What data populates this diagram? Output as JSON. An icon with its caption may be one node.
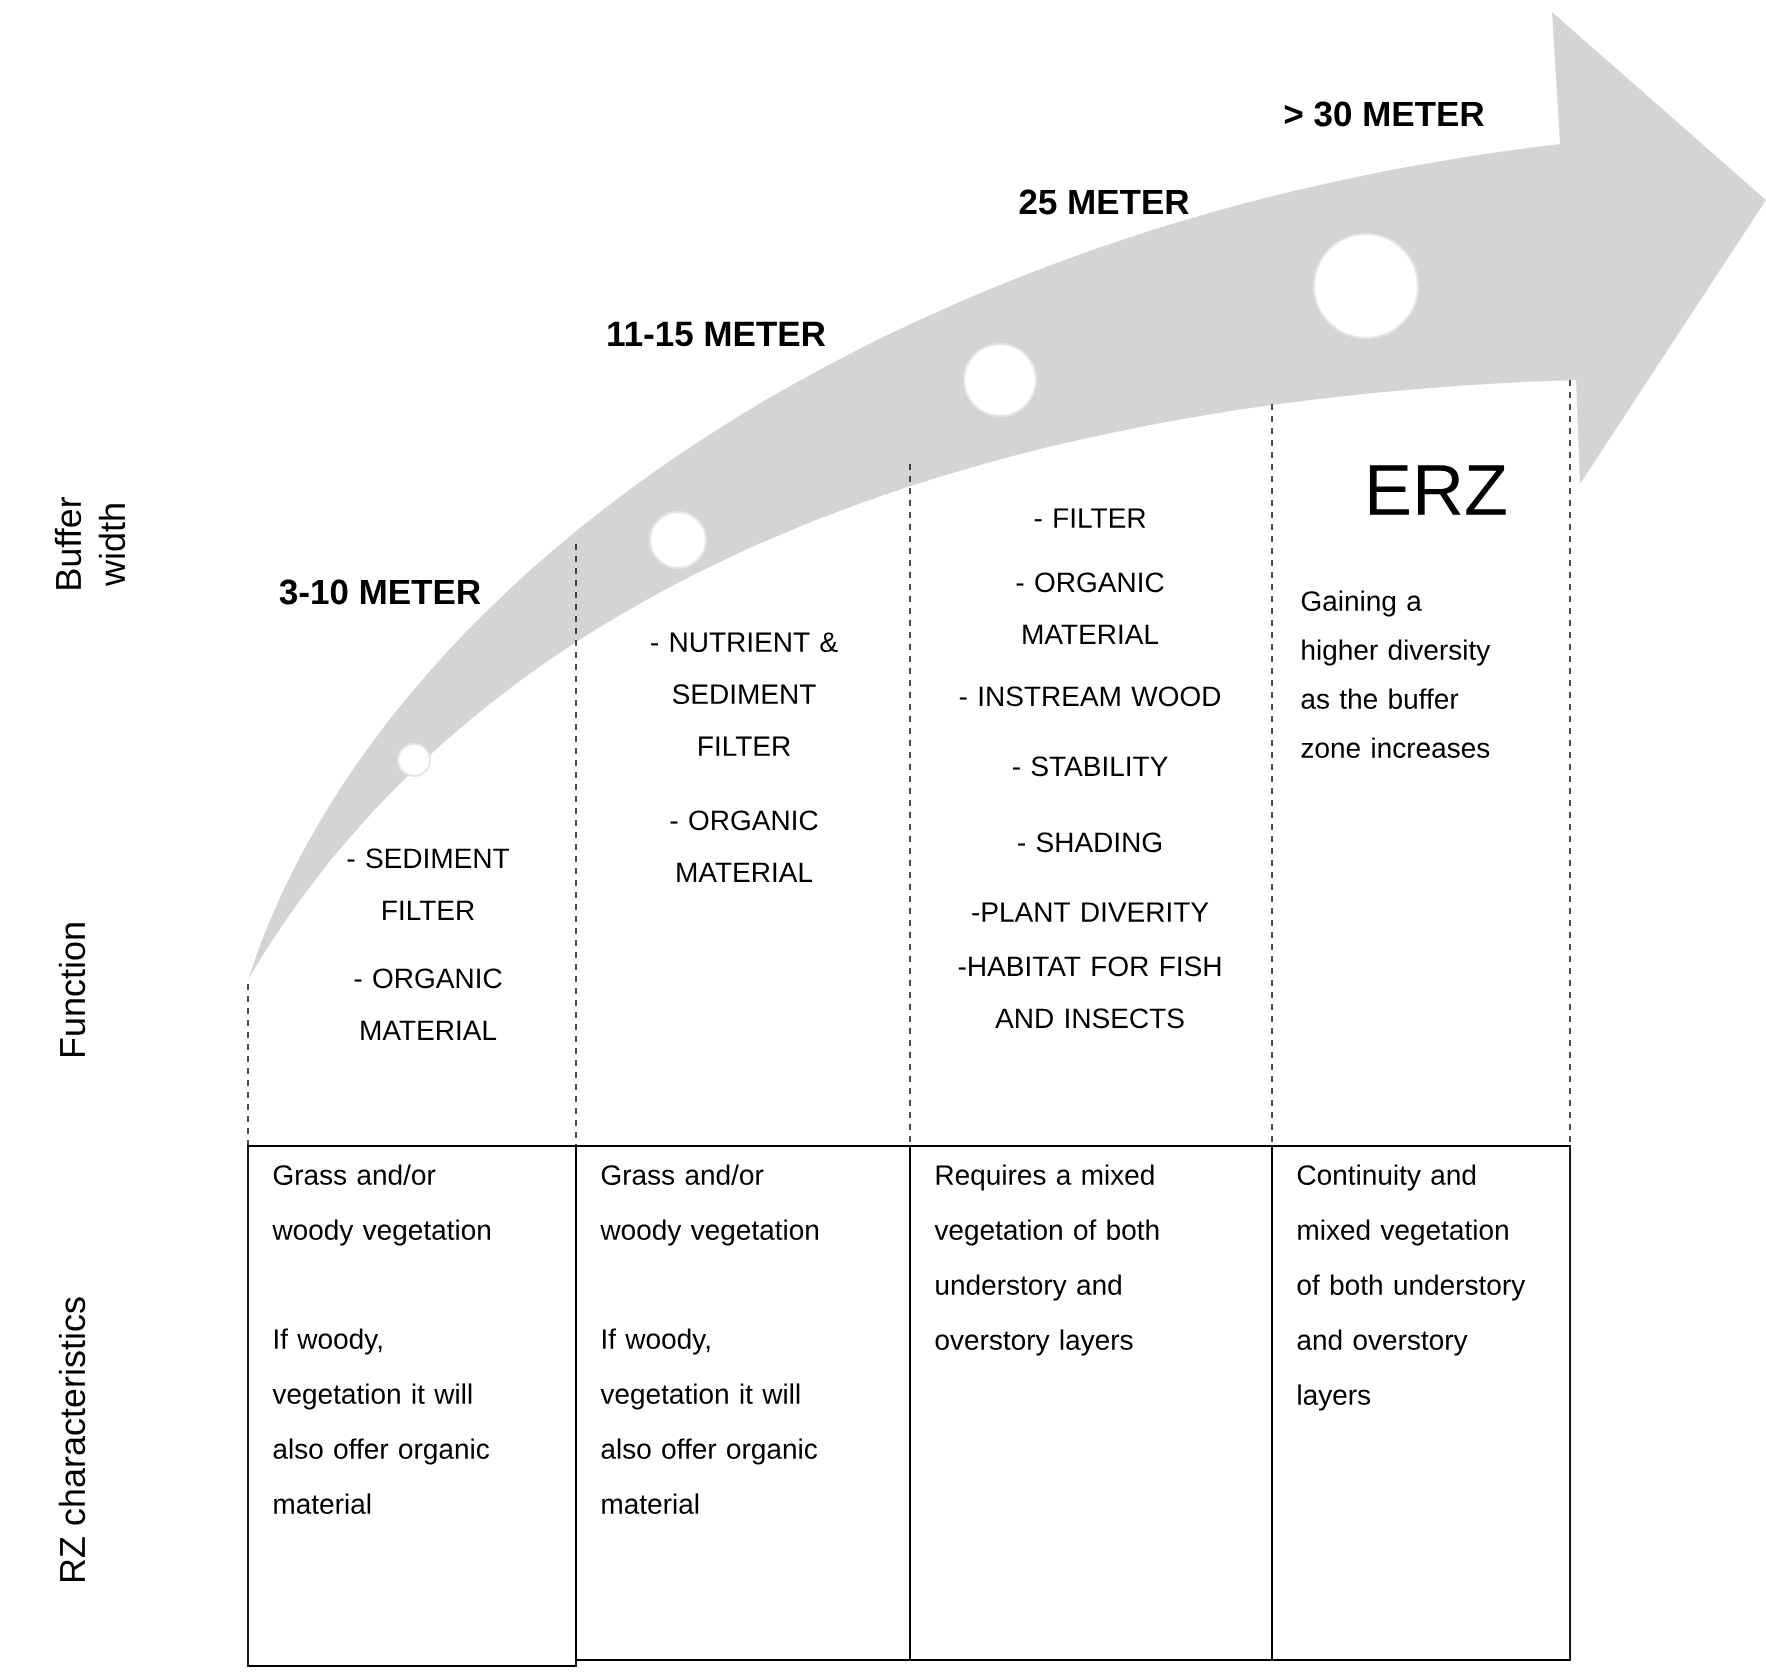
{
  "diagram": {
    "nodes": [
      {
        "text": [
          "Grass and/or woody vegetation",
          "If woody, vegetation it will also offer organic material"
        ]
      },
      {
        "text": [
          "Grass and/or woody vegetation",
          "If woody, vegetation it will also offer organic material"
        ]
      },
      {
        "text": [
          "Requires a mixed vegetation of both understory and overstory layers"
        ]
      },
      {
        "text": [
          "Continuity and mixed vegetation of both understory and overstory layers"
        ]
      }
    ],
    "labels": [
      "Buffer width",
      "Function",
      "RZ characteristics",
      "3-10 METER",
      "11-15 METER",
      "25 METER",
      "> 30 METER",
      "- SEDIMENT FILTER",
      "- ORGANIC MATERIAL",
      "- NUTRIENT & SEDIMENT FILTER",
      "- ORGANIC MATERIAL",
      "- FILTER",
      "- ORGANIC MATERIAL",
      "- INSTREAM WOOD",
      "- STABILITY",
      "- SHADING",
      "-PLANT DIVERITY",
      "-HABITAT FOR FISH AND INSECTS",
      "ERZ",
      "Gaining a higher diversity as the buffer zone increases"
    ]
  }
}
